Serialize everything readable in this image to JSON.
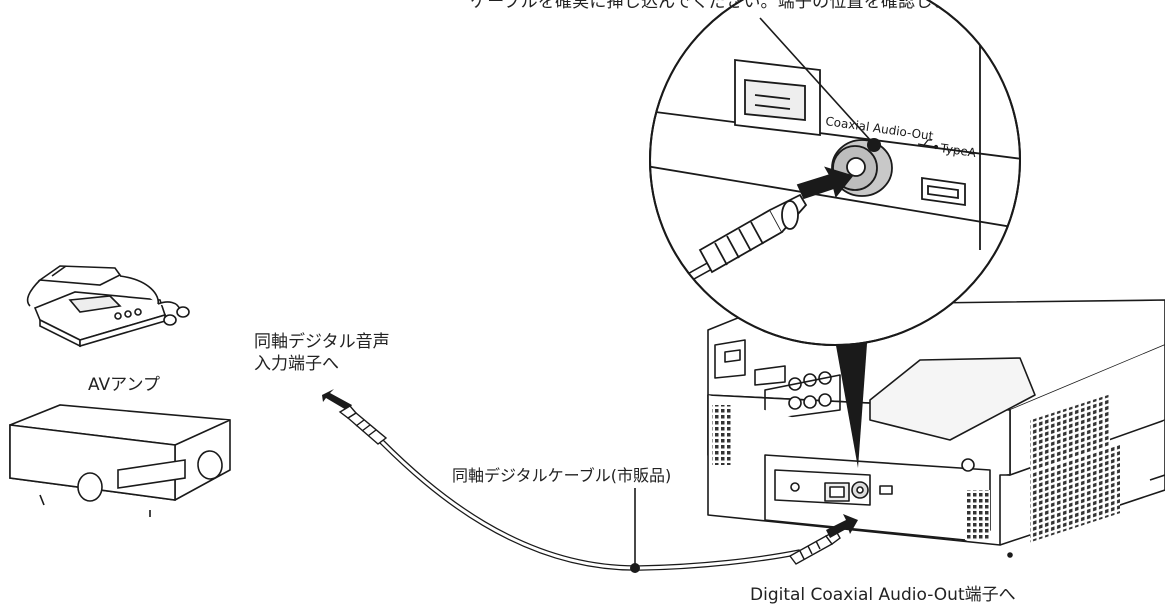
{
  "labels": {
    "top_caption": "ケーブルを確実に挿し込んでください。端子の位置を確認し、",
    "av_amp": "AVアンプ",
    "input_terminal_line1": "同軸デジタル音声",
    "input_terminal_line2": "入力端子へ",
    "cable": "同軸デジタルケーブル(市販品)",
    "output_terminal": "Digital Coaxial Audio-Out端子へ"
  },
  "zoom_panel": {
    "coaxial_label": "Coaxial Audio-Out",
    "usb_label": "TypeA"
  },
  "colors": {
    "line": "#1a1a1a",
    "fill": "#ffffff",
    "shade": "#e6e6e6",
    "jack": "#bdbdbd",
    "grille": "#333333"
  }
}
